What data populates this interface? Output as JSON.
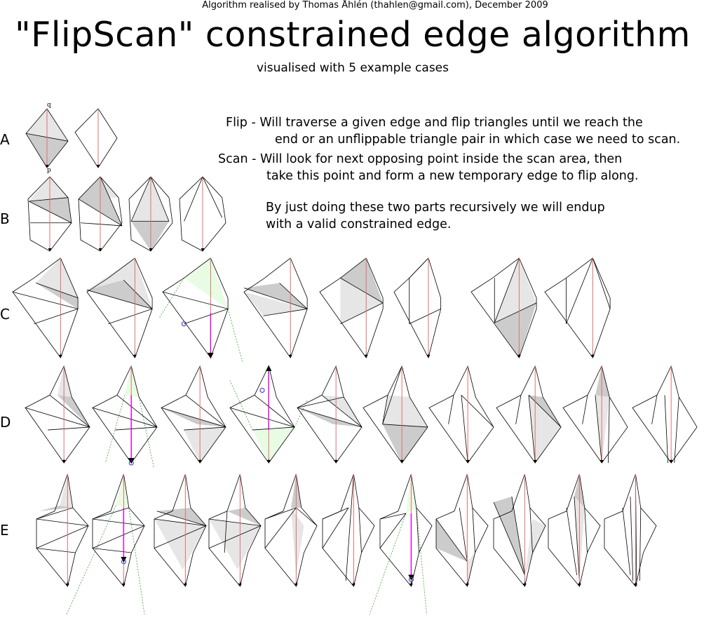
{
  "header": {
    "credit": "Algorithm realised by Thomas Åhlén (thahlen@gmail.com), December 2009",
    "title": "\"FlipScan\" constrained edge algorithm",
    "subtitle": "visualised with 5 example cases"
  },
  "description": {
    "flip_line1": "Flip - Will traverse a given edge and flip triangles until we reach the",
    "flip_line2": "end or an unflippable triangle pair in which case we need to scan.",
    "scan_line1": "Scan - Will look for next opposing point inside the scan area, then",
    "scan_line2": "take this point and form a new temporary edge to flip along.",
    "summary_line1": "By just doing these two parts recursively we will endup",
    "summary_line2": "with a valid constrained edge."
  },
  "rows": [
    {
      "label": "A",
      "steps": 2
    },
    {
      "label": "B",
      "steps": 4
    },
    {
      "label": "C",
      "steps": 8
    },
    {
      "label": "D",
      "steps": 10
    },
    {
      "label": "E",
      "steps": 11
    }
  ],
  "point_labels": {
    "q": "q",
    "p": "p"
  },
  "colors": {
    "shade_light": "#e6e6e6",
    "shade_dark": "#cccccc",
    "scan_fill": "#e8fce4",
    "edge_red": "#e0706e",
    "edge_magenta": "#e000e0",
    "scan_green": "#3aa03a",
    "point_blue": "#3030c0",
    "stroke": "#000000"
  }
}
